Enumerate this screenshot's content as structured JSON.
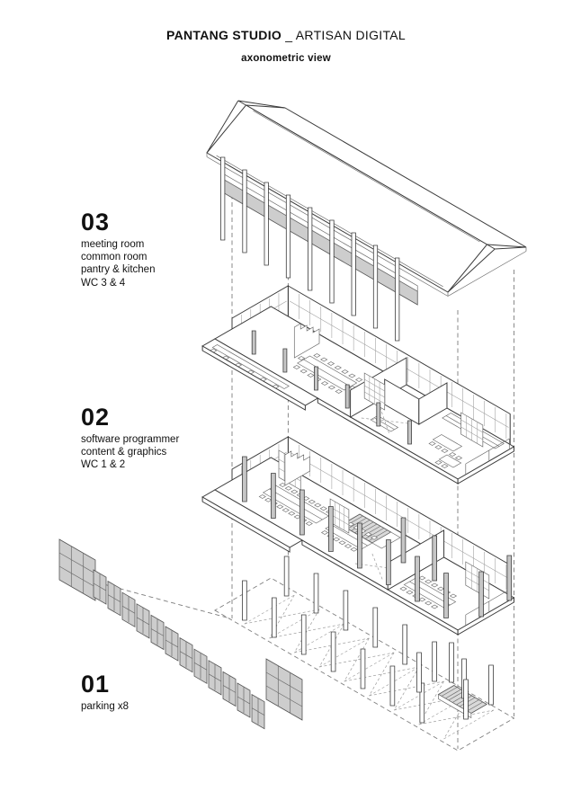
{
  "header": {
    "title_bold": "PANTANG STUDIO",
    "title_regular": " _ ARTISAN DIGITAL",
    "subtitle": "axonometric view"
  },
  "levels": [
    {
      "number": "03",
      "lines": [
        "meeting room",
        "common room",
        "pantry & kitchen",
        "WC 3 & 4"
      ]
    },
    {
      "number": "02",
      "lines": [
        "software programmer",
        "content & graphics",
        "WC 1 & 2"
      ]
    },
    {
      "number": "01",
      "lines": [
        "parking x8"
      ]
    }
  ],
  "drawing": {
    "view": "exploded axonometric",
    "parking_bays": 8,
    "roof_posts": 9,
    "gate_panels_small": 12,
    "gate_panels_large": 2
  },
  "colors": {
    "background": "#ffffff",
    "line": "#3c3c3c",
    "panel_gray": "#cdcdcd",
    "stair_gray": "#d9d9d9",
    "column_gray": "#c6c6c6"
  }
}
